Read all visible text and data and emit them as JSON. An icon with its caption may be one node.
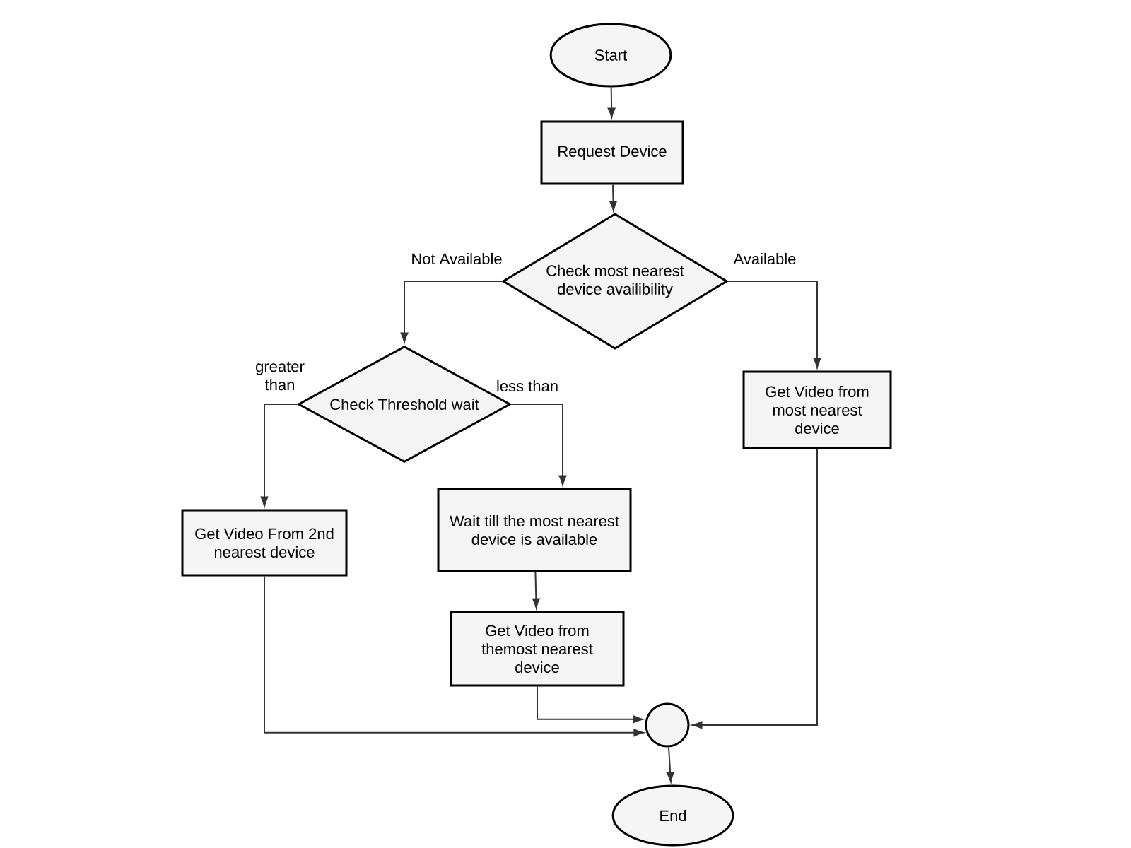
{
  "diagram": {
    "nodes": [
      {
        "text": [
          "Start"
        ]
      },
      {
        "text": [
          "Request Device"
        ]
      },
      {
        "text": [
          "Check most nearest device availibility"
        ]
      },
      {
        "text": [
          "Check Threshold wait"
        ]
      },
      {
        "text": [
          "Get Video from most nearest device"
        ]
      },
      {
        "text": [
          "Get Video From 2nd nearest device"
        ]
      },
      {
        "text": [
          "Wait till the most nearest device is available"
        ]
      },
      {
        "text": [
          "Get Video from themost nearest device"
        ]
      },
      {
        "text": [],
        "shape": "circle"
      },
      {
        "text": [
          "End"
        ]
      }
    ],
    "edges": [
      {
        "from": 0,
        "to": 1,
        "arrow": "to"
      },
      {
        "from": 1,
        "to": 2,
        "arrow": "to"
      },
      {
        "from": 2,
        "to": 3,
        "arrow": "to",
        "label": "Not Available"
      },
      {
        "from": 2,
        "to": 4,
        "arrow": "to",
        "label": "Available"
      },
      {
        "from": 3,
        "to": 5,
        "arrow": "to",
        "label": "greater than"
      },
      {
        "from": 3,
        "to": 6,
        "arrow": "to",
        "label": "less than"
      },
      {
        "from": 6,
        "to": 7,
        "arrow": "to"
      },
      {
        "from": 7,
        "to": 8,
        "arrow": "to"
      },
      {
        "from": 5,
        "to": 8,
        "arrow": "to"
      },
      {
        "from": 4,
        "to": 8,
        "arrow": "to"
      },
      {
        "from": 8,
        "to": 9,
        "arrow": "to"
      }
    ]
  }
}
